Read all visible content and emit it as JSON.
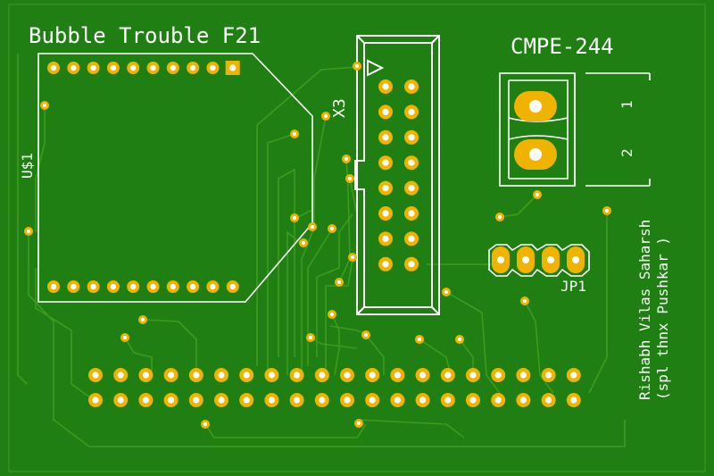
{
  "board": {
    "title": "Bubble Trouble F21",
    "course": "CMPE-244",
    "author_line1": "Rishabh Vilas Saharsh",
    "author_line2": "(spl thnx Pushkar )",
    "colors": {
      "substrate": "#1f7f12",
      "trace": "#3c9c1e",
      "silk": "#ffffff",
      "pad": "#f0b400",
      "drill": "#ffffff"
    }
  },
  "components": {
    "u1": {
      "ref": "U$1"
    },
    "x3": {
      "ref": "X3"
    },
    "jp1": {
      "ref": "JP1"
    },
    "terminal": {
      "pin1": "1",
      "pin2": "2"
    }
  }
}
